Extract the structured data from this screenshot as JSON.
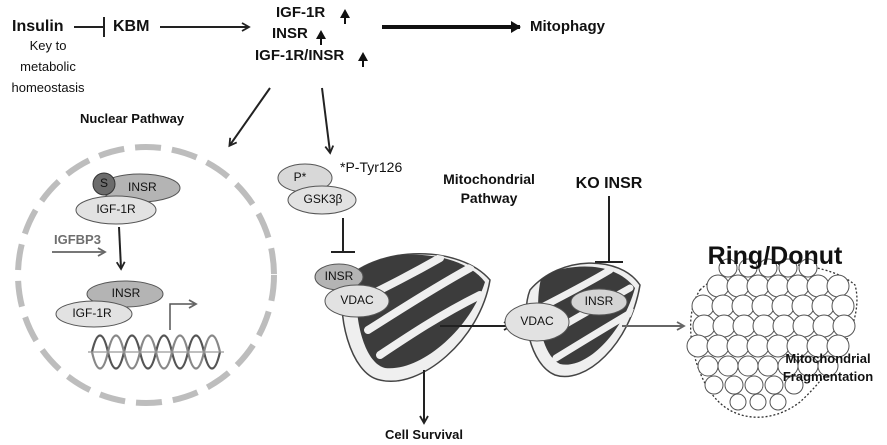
{
  "top": {
    "insulin": "Insulin",
    "insulin_note": [
      "Key to",
      "metabolic",
      "homeostasis"
    ],
    "kbm": "KBM",
    "receptors": [
      "IGF-1R",
      "INSR",
      "IGF-1R/INSR"
    ],
    "mitophagy": "Mitophagy"
  },
  "nuclear": {
    "title": "Nuclear Pathway",
    "s_marker": "S",
    "insr_top": "INSR",
    "igf1r_top": "IGF-1R",
    "igfbp3": "IGFBP3",
    "insr_bottom": "INSR",
    "igf1r_bottom": "IGF-1R"
  },
  "gsk": {
    "p_marker": "P*",
    "gsk3b": "GSK3β",
    "note": "*P-Tyr126"
  },
  "mito": {
    "pathway_title": [
      "Mitochondrial",
      "Pathway"
    ],
    "insr": "INSR",
    "vdac": "VDAC",
    "cell_survival": "Cell Survival"
  },
  "ko": {
    "title": "KO INSR",
    "vdac": "VDAC",
    "insr": "INSR"
  },
  "fragment": {
    "title": "Ring/Donut",
    "caption": [
      "Mitochondrial",
      "Fragmentation"
    ]
  }
}
